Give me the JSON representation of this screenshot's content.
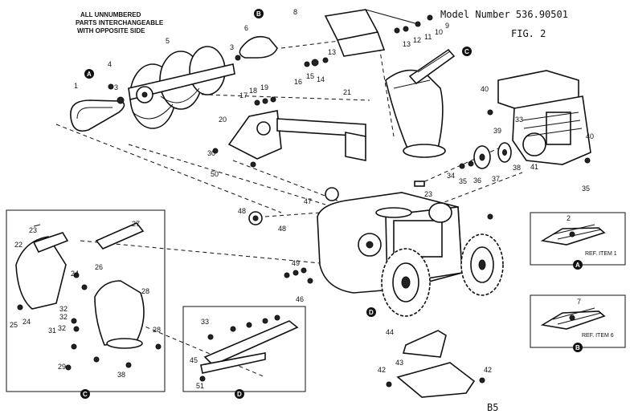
{
  "header": {
    "model_number": "Model Number 536.90501",
    "figure": "FIG. 2",
    "note_line1": "ALL UNNUMBERED",
    "note_line2": "PARTS INTERCHANGEABLE",
    "note_line3": "WITH OPPOSITE SIDE",
    "page_code": "B5"
  },
  "callout_letters": {
    "a": "A",
    "b": "B",
    "c": "C",
    "d": "D"
  },
  "detail_boxes": {
    "ref_item_1": "REF. ITEM 1",
    "ref_item_6": "REF. ITEM 6",
    "detail_a_number": "2",
    "detail_b_number": "7"
  },
  "part_numbers": [
    "1",
    "2",
    "3",
    "3",
    "4",
    "5",
    "6",
    "7",
    "8",
    "9",
    "10",
    "11",
    "12",
    "13",
    "13",
    "14",
    "15",
    "16",
    "17",
    "18",
    "19",
    "20",
    "21",
    "22",
    "23",
    "23",
    "24",
    "24",
    "25",
    "26",
    "27",
    "28",
    "28",
    "29",
    "30",
    "31",
    "32",
    "32",
    "32",
    "33",
    "33",
    "34",
    "35",
    "35",
    "36",
    "37",
    "38",
    "38",
    "39",
    "40",
    "40",
    "41",
    "42",
    "42",
    "43",
    "44",
    "45",
    "46",
    "47",
    "48",
    "48",
    "49",
    "50",
    "51"
  ]
}
